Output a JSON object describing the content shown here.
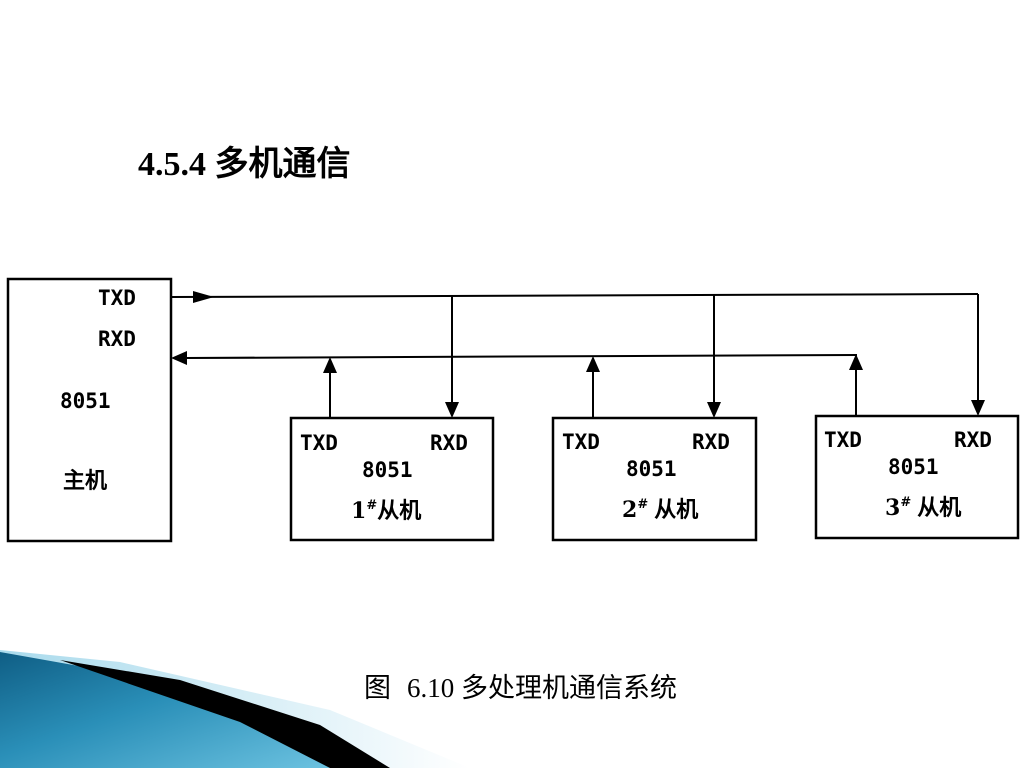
{
  "slide": {
    "title": "4.5.4 多机通信"
  },
  "host": {
    "txd": "TXD",
    "rxd": "RXD",
    "chip": "8051",
    "role": "主机"
  },
  "slaves": [
    {
      "txd": "TXD",
      "rxd": "RXD",
      "chip": "8051",
      "number": "1",
      "mark": "#",
      "role": "从机"
    },
    {
      "txd": "TXD",
      "rxd": "RXD",
      "chip": "8051",
      "number": "2",
      "mark": "#",
      "role": "从机"
    },
    {
      "txd": "TXD",
      "rxd": "RXD",
      "chip": "8051",
      "number": "3",
      "mark": "#",
      "role": "从机"
    }
  ],
  "caption": {
    "label": "图",
    "text": "6.10 多处理机通信系统"
  },
  "colors": {
    "stroke": "#000000",
    "accent_light": "#6cc2e0",
    "accent_mid": "#2a8fb8",
    "accent_dark": "#0f5e85",
    "shadow": "#000000"
  }
}
